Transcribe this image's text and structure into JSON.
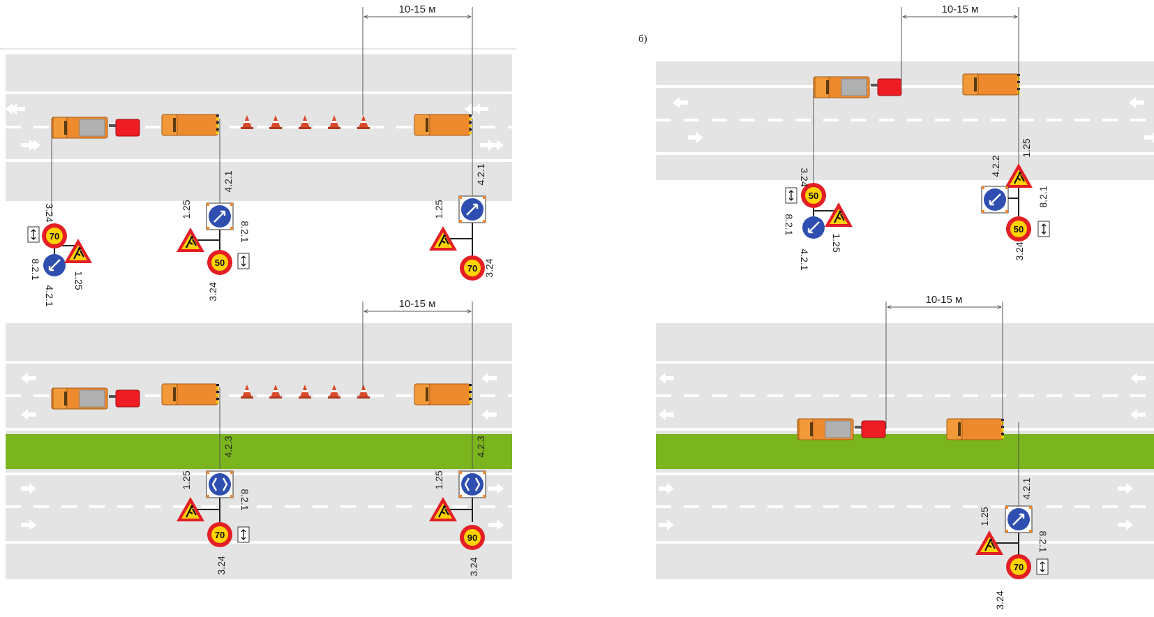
{
  "panel_label_b": "б)",
  "distance_label": "10-15 м",
  "signs": {
    "roadworks": "1.25",
    "speed_limit": "3.24",
    "distance_plate": "8.2.1",
    "keep_right": "4.2.1",
    "keep_left": "4.2.2",
    "pass_either_side": "4.2.3"
  },
  "speed_values": {
    "s50": "50",
    "s70": "70",
    "s90": "90"
  },
  "colors": {
    "road": "#e4e4e4",
    "lane_line": "#ffffff",
    "median": "#7ab51d",
    "truck": "#ee8a2e",
    "trailer": "#ee1d24",
    "cone": "#d94a2a",
    "sign_blue": "#2f4fb0",
    "sign_red": "#e31e24",
    "sign_yellow": "#ffd200",
    "dimension": "#555555"
  },
  "icons": [
    "arrow-left-icon",
    "arrow-right-icon",
    "truck-icon",
    "trailer-icon",
    "traffic-cone-icon",
    "roadworks-sign-icon",
    "speed-limit-sign-icon",
    "keep-right-sign-icon",
    "keep-left-sign-icon",
    "pass-either-side-sign-icon",
    "distance-plate-icon"
  ]
}
